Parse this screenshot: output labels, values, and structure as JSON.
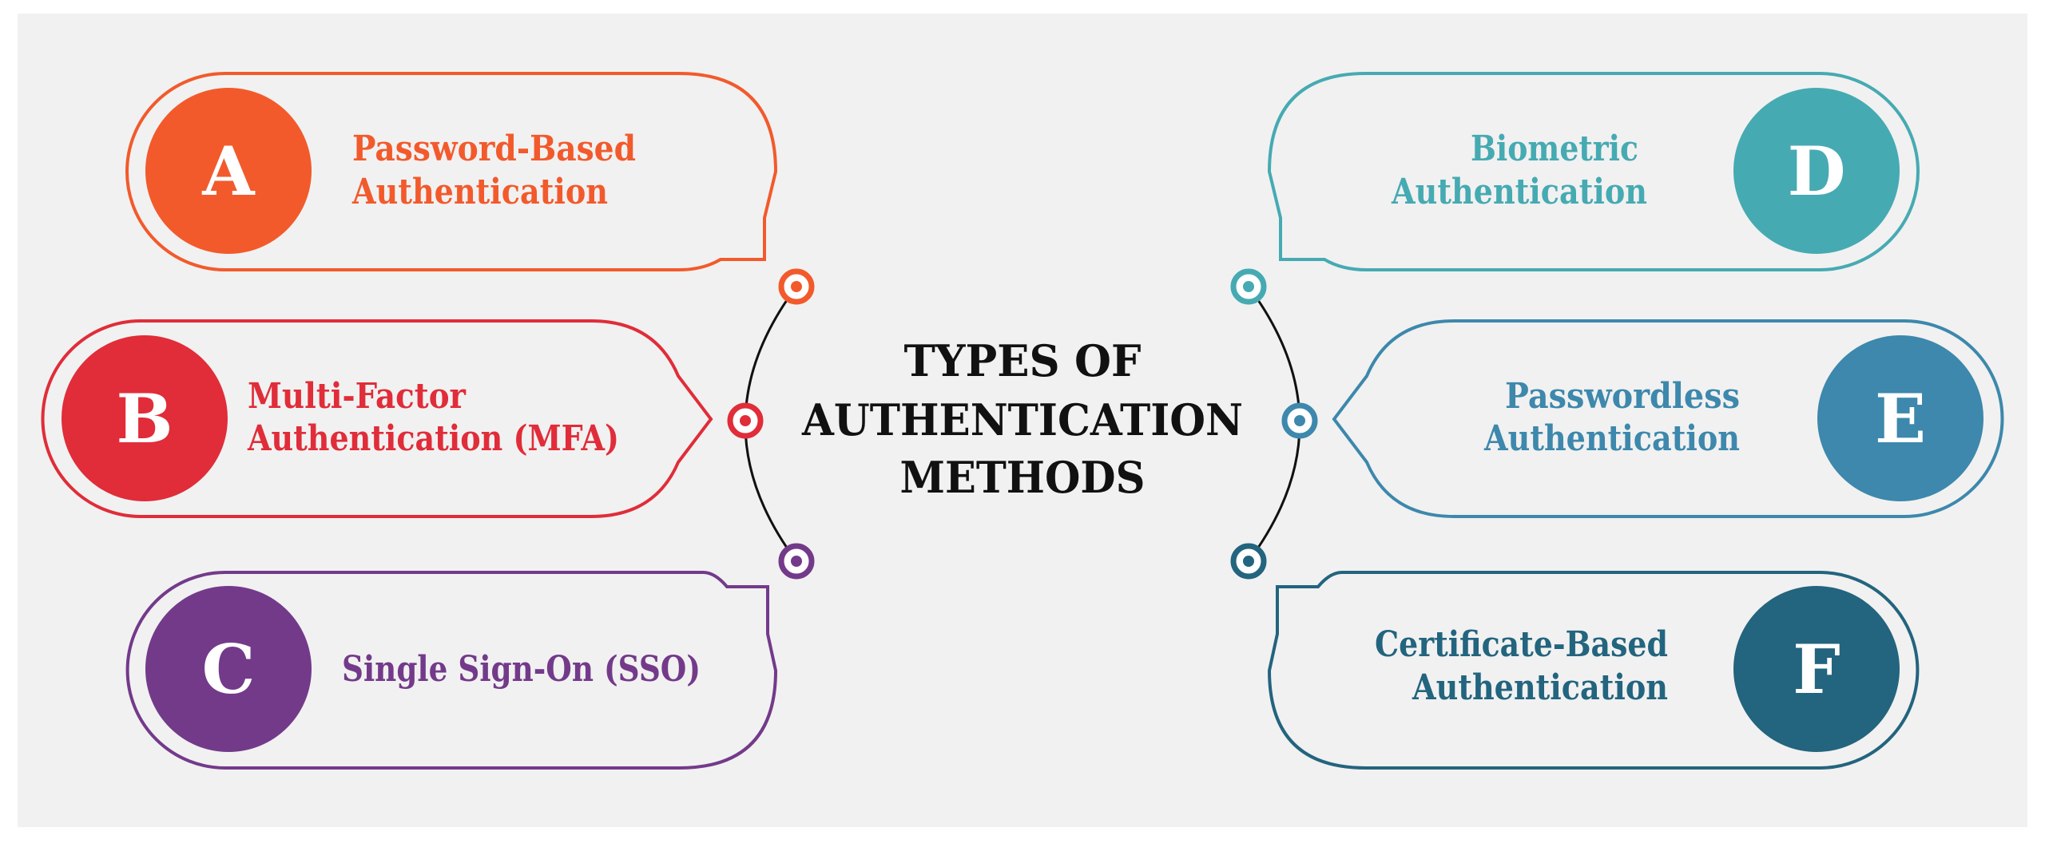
{
  "title": {
    "line1": "TYPES OF",
    "line2": "AUTHENTICATION",
    "line3": "METHODS"
  },
  "methods": [
    {
      "letter": "A",
      "line1": "Password-Based",
      "line2": "Authentication",
      "color": "#F25A2C"
    },
    {
      "letter": "B",
      "line1": "Multi-Factor",
      "line2": "Authentication (MFA)",
      "color": "#E02D39"
    },
    {
      "letter": "C",
      "line1": "Single Sign-On (SSO)",
      "color": "#733A8A"
    },
    {
      "letter": "D",
      "line1": "Biometric",
      "line2": "Authentication",
      "color": "#46AAB2"
    },
    {
      "letter": "E",
      "line1": "Passwordless",
      "line2": "Authentication",
      "color": "#3D88AC"
    },
    {
      "letter": "F",
      "line1": "Certificate-Based",
      "line2": "Authentication",
      "color": "#23647E"
    }
  ]
}
